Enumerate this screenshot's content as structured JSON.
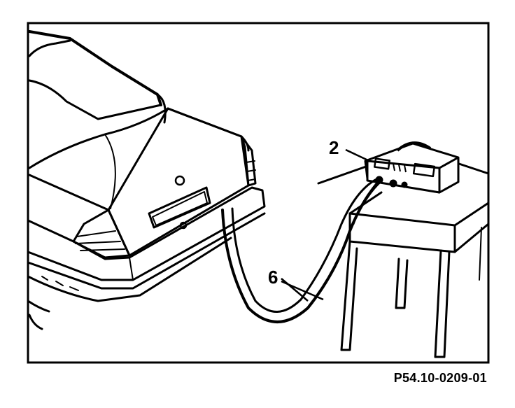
{
  "figure": {
    "callouts": [
      {
        "id": "battery-charger",
        "label": "2"
      },
      {
        "id": "charging-cable",
        "label": "6"
      }
    ],
    "reference_code": "P54.10-0209-01"
  }
}
